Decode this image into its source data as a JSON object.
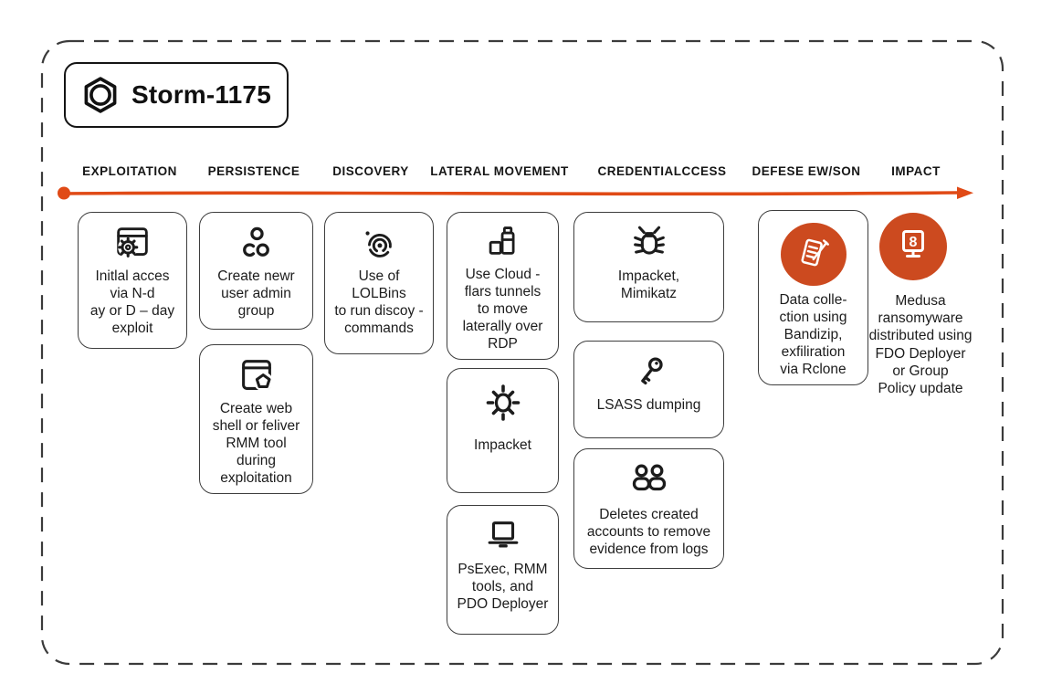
{
  "accent": {
    "arrow": "#E04A16",
    "circle": "#CC4A1F",
    "ink": "#1C1C1C"
  },
  "badge": {
    "title": "Storm-1175",
    "icon": "hexagon-icon"
  },
  "stages": [
    {
      "label": "EXPLOITATION",
      "items": [
        {
          "icon": "browser-gear-icon",
          "text": "Initlal acces\nvia N-d\nay or D – day\nexploit"
        }
      ]
    },
    {
      "label": "PERSISTENCE",
      "items": [
        {
          "icon": "user-group-icon",
          "text": "Create newr\nuser admin\ngroup"
        },
        {
          "icon": "browser-pentagon-icon",
          "text": "Create web\nshell or feliver\nRMM tool\nduring\nexploitation"
        }
      ]
    },
    {
      "label": "DISCOVERY",
      "items": [
        {
          "icon": "radar-icon",
          "text": "Use of LOLBins\nto run discoy -\ncommands"
        }
      ]
    },
    {
      "label": "LATERAL MOVEMENT",
      "items": [
        {
          "icon": "bottle-box-icon",
          "text": "Use Cloud -\nflars tunnels\nto move\nlaterally over\nRDP"
        },
        {
          "icon": "sun-icon",
          "text": "Impacket"
        },
        {
          "icon": "laptop-icon",
          "text": "PsExec, RMM\ntools, and\nPDO Deployer"
        }
      ]
    },
    {
      "label": "CREDENTIALCCESS",
      "items": [
        {
          "icon": "bug-icon",
          "text": "Impacket,\nMimikatz"
        },
        {
          "icon": "key-icon",
          "text": "LSASS dumping"
        },
        {
          "icon": "two-users-icon",
          "text": "Deletes created\naccounts to remove\nevidence from logs"
        }
      ]
    },
    {
      "label": "DEFESE EW/SON",
      "items": [
        {
          "icon": "document-pencil-icon",
          "text": "Data colle-\nction using\nBandizip,\nexfiliration\nvia Rclone"
        }
      ]
    },
    {
      "label": "IMPACT",
      "items": [
        {
          "icon": "ransom-monitor-icon",
          "text": "Medusa\nransomyware\ndistributed using\nFDO Deployer\nor Group\nPolicy update"
        }
      ]
    }
  ]
}
